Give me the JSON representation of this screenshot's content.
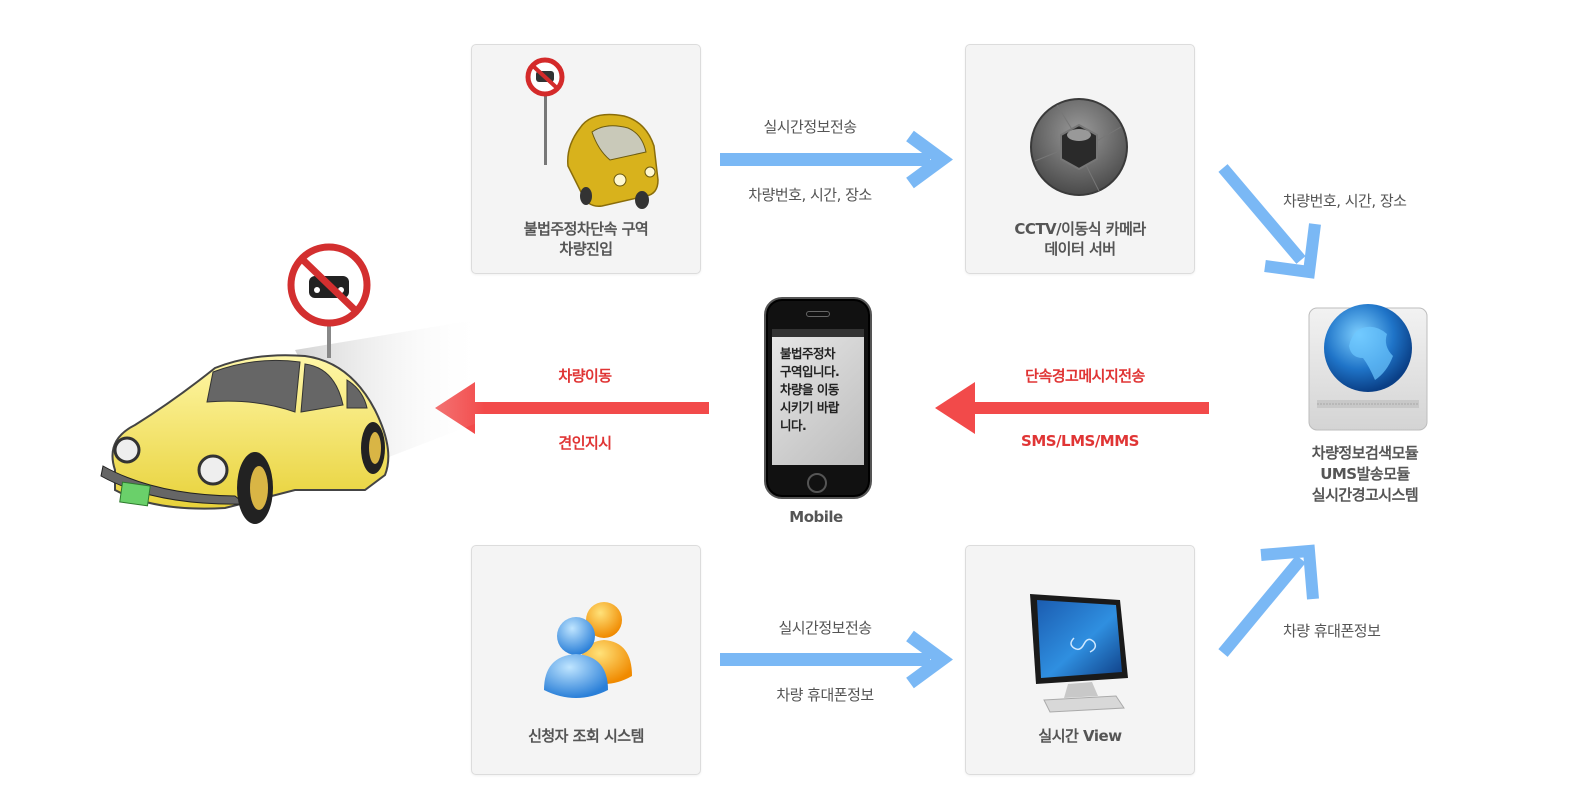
{
  "colors": {
    "flow_arrow_blue": "#7ab8f5",
    "alert_arrow_red": "#f24a4a",
    "alert_text_red": "#e03535",
    "label_gray": "#555555",
    "card_bg": "#f4f4f4",
    "card_border": "#dcdcdc"
  },
  "nodes": {
    "entry": {
      "icon": "no-parking-sign-and-car-icon",
      "label_lines": [
        "불법주정차단속 구역",
        "차량진입"
      ]
    },
    "cctv": {
      "icon": "camera-lens-icon",
      "label_lines": [
        "CCTV/이동식 카메라",
        "데이터 서버"
      ]
    },
    "server": {
      "icon": "globe-server-icon",
      "label_lines": [
        "차량정보검색모듈",
        "UMS발송모듈",
        "실시간경고시스템"
      ]
    },
    "mobile": {
      "icon": "smartphone-icon",
      "label": "Mobile",
      "screen_lines": [
        "불법주정차",
        "구역입니다.",
        "차량을 이동",
        "시키기 바랍",
        "니다."
      ]
    },
    "vehicle": {
      "icon": "yellow-beetle-car-no-parking-icon"
    },
    "applicant": {
      "icon": "users-icon",
      "label_lines": [
        "신청자 조회 시스템"
      ]
    },
    "realtime_view": {
      "icon": "monitor-icon",
      "label_lines": [
        "실시간 View"
      ]
    }
  },
  "edges": {
    "entry_to_cctv": {
      "top": "실시간정보전송",
      "bottom": "차량번호, 시간, 장소"
    },
    "cctv_to_server": {
      "label": "차량번호, 시간, 장소"
    },
    "server_to_mobile": {
      "top": "단속경고메시지전송",
      "bottom": "SMS/LMS/MMS"
    },
    "mobile_to_vehicle": {
      "top": "차량이동",
      "bottom": "견인지시"
    },
    "applicant_to_view": {
      "top": "실시간정보전송",
      "bottom": "차량 휴대폰정보"
    },
    "view_to_server": {
      "label": "차량 휴대폰정보"
    }
  }
}
